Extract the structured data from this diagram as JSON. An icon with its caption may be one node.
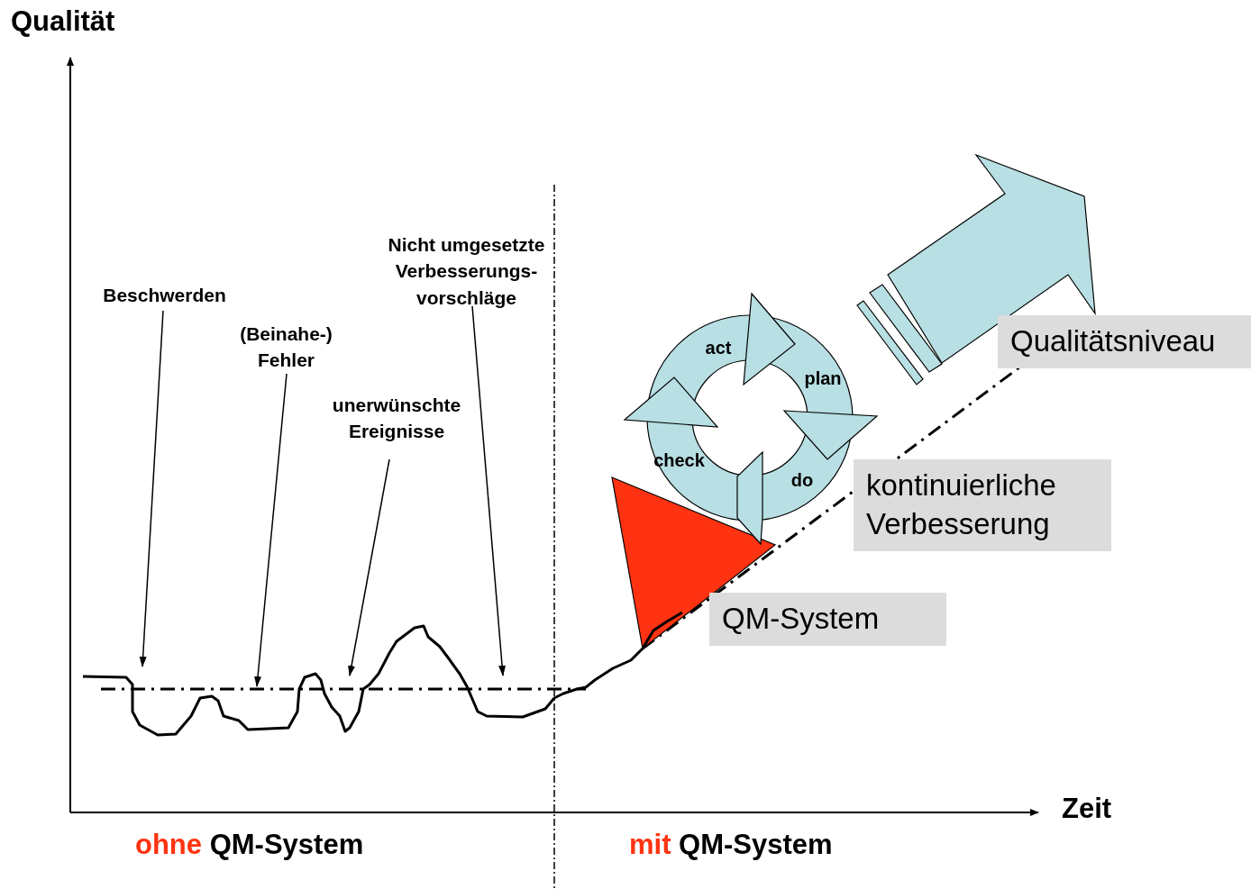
{
  "diagram": {
    "nodes": [
      {
        "text": [
          "Beschwerden"
        ]
      },
      {
        "text": [
          "(Beinahe-) Fehler"
        ]
      },
      {
        "text": [
          "unerwünschte Ereignisse"
        ]
      },
      {
        "text": [
          "Nicht umgesetzte Verbesserungs- vorschläge"
        ]
      },
      {
        "text": [
          "act"
        ]
      },
      {
        "text": [
          "plan"
        ]
      },
      {
        "text": [
          "do"
        ]
      },
      {
        "text": [
          "check"
        ]
      },
      {
        "text": [
          "Qualitätsniveau"
        ]
      },
      {
        "text": [
          "kontinuierliche Verbesserung"
        ]
      },
      {
        "text": [
          "QM-System"
        ]
      },
      {
        "text": [],
        "shape": "line"
      }
    ],
    "edges": [
      {
        "from": 0,
        "to": 11,
        "arrow": "to"
      },
      {
        "from": 1,
        "to": 11,
        "arrow": "to"
      },
      {
        "from": 2,
        "to": 11,
        "arrow": "to"
      },
      {
        "from": 3,
        "to": 11,
        "arrow": "to"
      }
    ],
    "labels": [
      "Qualität",
      "Zeit",
      "ohne QM-System",
      "mit QM-System"
    ]
  }
}
